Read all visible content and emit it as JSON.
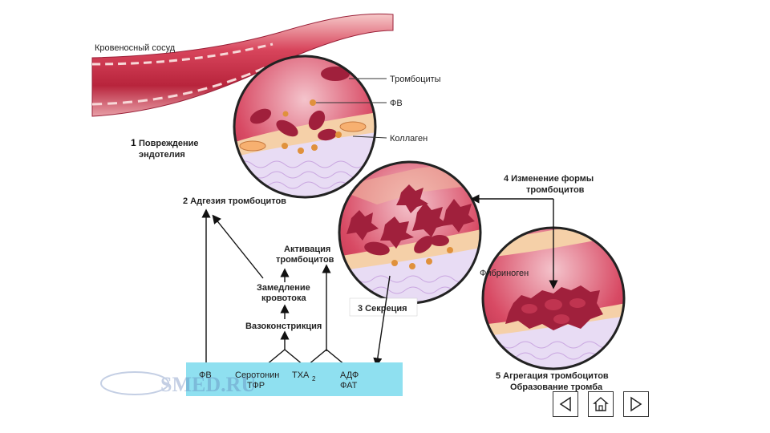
{
  "vessel_label": "Кровеносный сосуд",
  "callouts": {
    "platelets": "Тромбоциты",
    "vwf": "ФВ",
    "collagen": "Коллаген",
    "fibrinogen": "Фибриноген"
  },
  "steps": {
    "s1_num": "1",
    "s1_line1": "Повреждение",
    "s1_line2": "эндотелия",
    "s2": "2 Адгезия тромбоцитов",
    "s3": "3 Секреция",
    "s4_line1": "4 Изменение формы",
    "s4_line2": "тромбоцитов",
    "s5_line1": "5 Агрегация тромбоцитов",
    "s5_line2": "Образование тромба"
  },
  "flow": {
    "activation_line1": "Активация",
    "activation_line2": "тромбоцитов",
    "slowdown_line1": "Замедление",
    "slowdown_line2": "кровотока",
    "vasoconstriction": "Вазоконстрикция"
  },
  "mediators": {
    "vwf": "ФВ",
    "serotonin": "Серотонин",
    "tfr": "ТФР",
    "txa": "ТХА",
    "txa_sub": "2",
    "adp": "АДФ",
    "fat": "ФАТ"
  },
  "watermark": "SMED.RU",
  "colors": {
    "vessel": "#c8324a",
    "vessel_light": "#f0b4b4",
    "platelet": "#a0203c",
    "collagen": "#c9a6e0",
    "mediator_bar": "#8fe0f0",
    "granule": "#e0913c"
  },
  "nav": {
    "prev_icon": "triangle-left-icon",
    "home_icon": "home-icon",
    "next_icon": "triangle-right-icon"
  }
}
